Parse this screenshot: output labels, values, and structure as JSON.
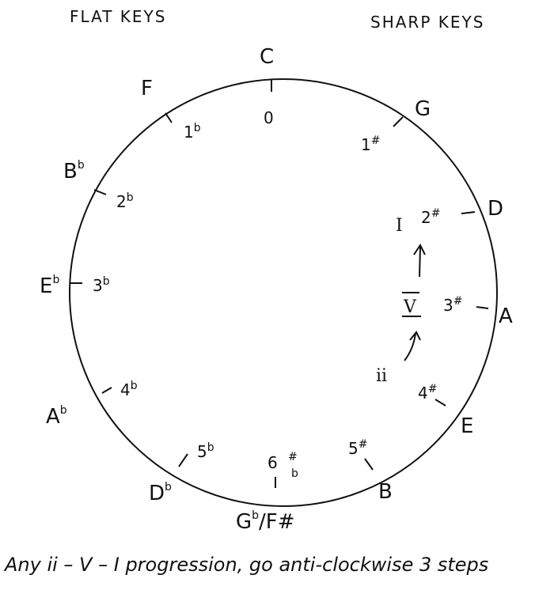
{
  "headers": {
    "flat": "FLAT KEYS",
    "sharp": "SHARP KEYS"
  },
  "keys": {
    "C": {
      "name": "C",
      "count": "0",
      "acc": ""
    },
    "G": {
      "name": "G",
      "count": "1",
      "acc": "#"
    },
    "D": {
      "name": "D",
      "count": "2",
      "acc": "#"
    },
    "A": {
      "name": "A",
      "count": "3",
      "acc": "#"
    },
    "E": {
      "name": "E",
      "count": "4",
      "acc": "#"
    },
    "B": {
      "name": "B",
      "count": "5",
      "acc": "#"
    },
    "Gb": {
      "name": "G",
      "name_acc": "b",
      "alt": "/F#",
      "count": "6",
      "acc_top": "#",
      "acc_bottom": "b"
    },
    "Db": {
      "name": "D",
      "name_acc": "b",
      "count": "5",
      "acc": "b"
    },
    "Ab": {
      "name": "A",
      "name_acc": "b",
      "count": "4",
      "acc": "b"
    },
    "Eb": {
      "name": "E",
      "name_acc": "b",
      "count": "3",
      "acc": "b"
    },
    "Bb": {
      "name": "B",
      "name_acc": "b",
      "count": "2",
      "acc": "b"
    },
    "F": {
      "name": "F",
      "count": "1",
      "acc": "b"
    }
  },
  "progression": {
    "ii": "ii",
    "V": "V",
    "I": "I",
    "arrow": "↑"
  },
  "caption": "Any ii – V – I progression, go anti-clockwise 3 steps",
  "colors": {
    "ink": "#111111",
    "background": "#ffffff"
  }
}
